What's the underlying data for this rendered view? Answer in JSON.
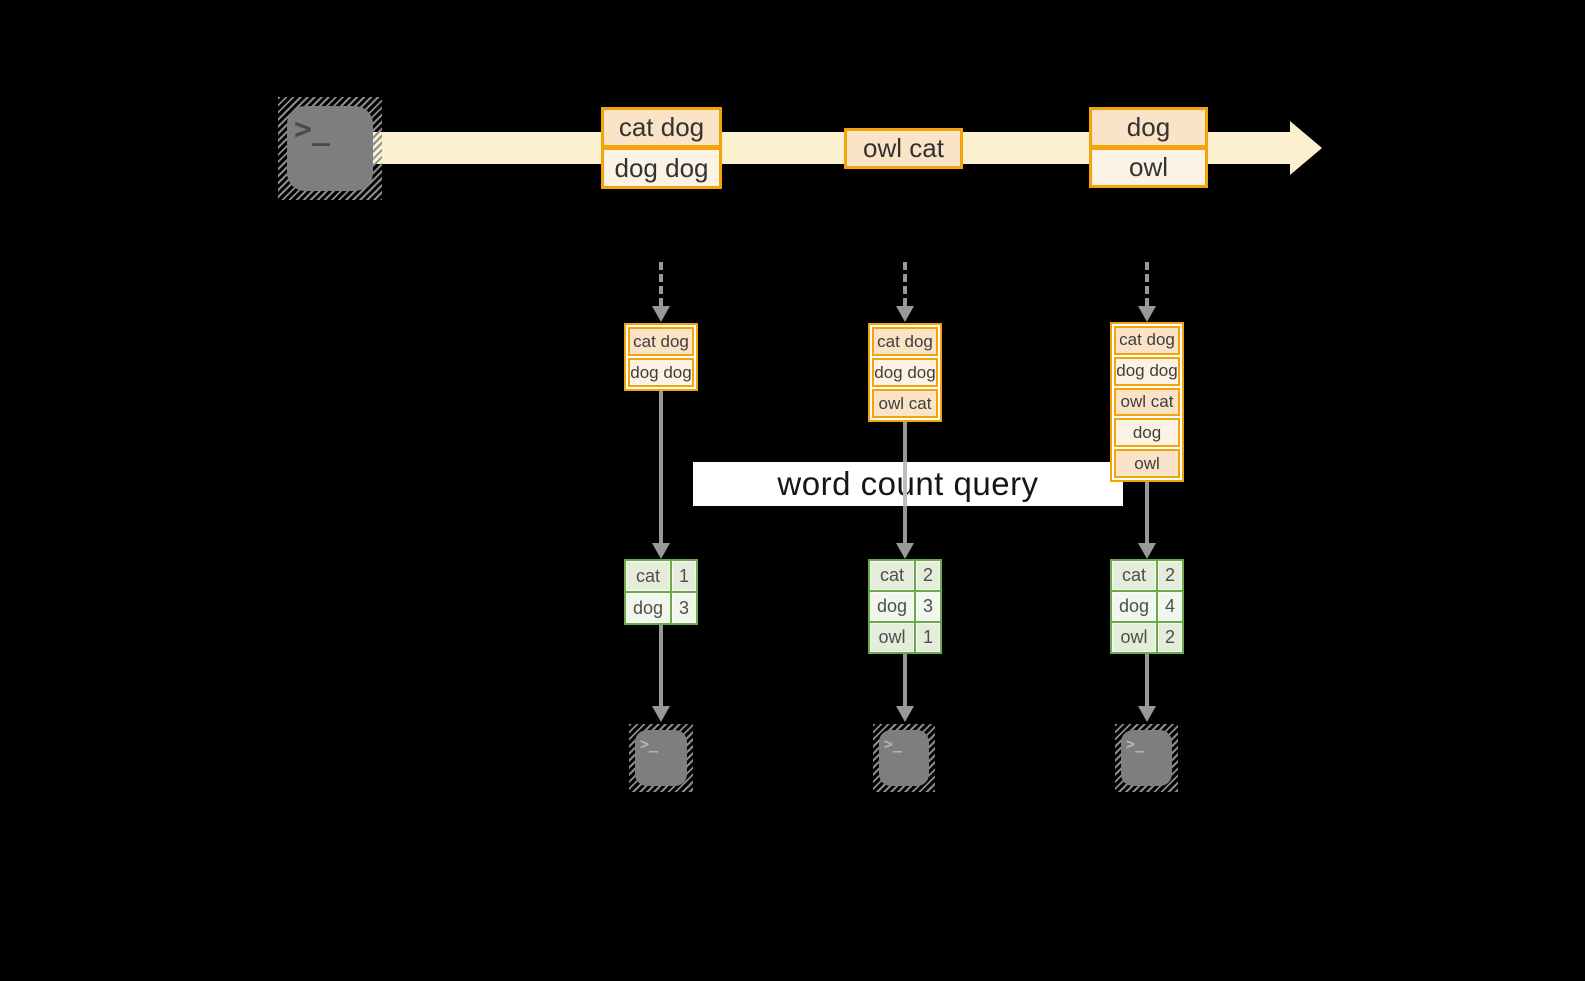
{
  "banner": {
    "label": "word count query"
  },
  "icons": {
    "terminal_prompt": ">_"
  },
  "stream": {
    "batches": [
      {
        "lines": [
          "cat dog",
          "dog dog"
        ]
      },
      {
        "lines": [
          "owl cat"
        ]
      },
      {
        "lines": [
          "dog",
          "owl"
        ]
      }
    ]
  },
  "pipelines": [
    {
      "buffer": [
        "cat dog",
        "dog dog"
      ],
      "counts": [
        {
          "word": "cat",
          "count": "1"
        },
        {
          "word": "dog",
          "count": "3"
        }
      ]
    },
    {
      "buffer": [
        "cat dog",
        "dog dog",
        "owl cat"
      ],
      "counts": [
        {
          "word": "cat",
          "count": "2"
        },
        {
          "word": "dog",
          "count": "3"
        },
        {
          "word": "owl",
          "count": "1"
        }
      ]
    },
    {
      "buffer": [
        "cat dog",
        "dog dog",
        "owl cat",
        "dog",
        "owl"
      ],
      "counts": [
        {
          "word": "cat",
          "count": "2"
        },
        {
          "word": "dog",
          "count": "4"
        },
        {
          "word": "owl",
          "count": "2"
        }
      ]
    }
  ],
  "colors": {
    "background": "#000000",
    "stream_band": "#FCF1CE",
    "box_border": "#F3A40B",
    "box_fill_peach": "#FAE3C7",
    "box_fill_cream": "#FDF3E4",
    "table_border": "#6BA94B",
    "table_cell_dark": "#E3EDDA",
    "table_cell_light": "#F2F7EE",
    "arrow_gray": "#999999",
    "terminal_gray": "#7E7E7E",
    "banner_bg": "#FFFFFF"
  }
}
